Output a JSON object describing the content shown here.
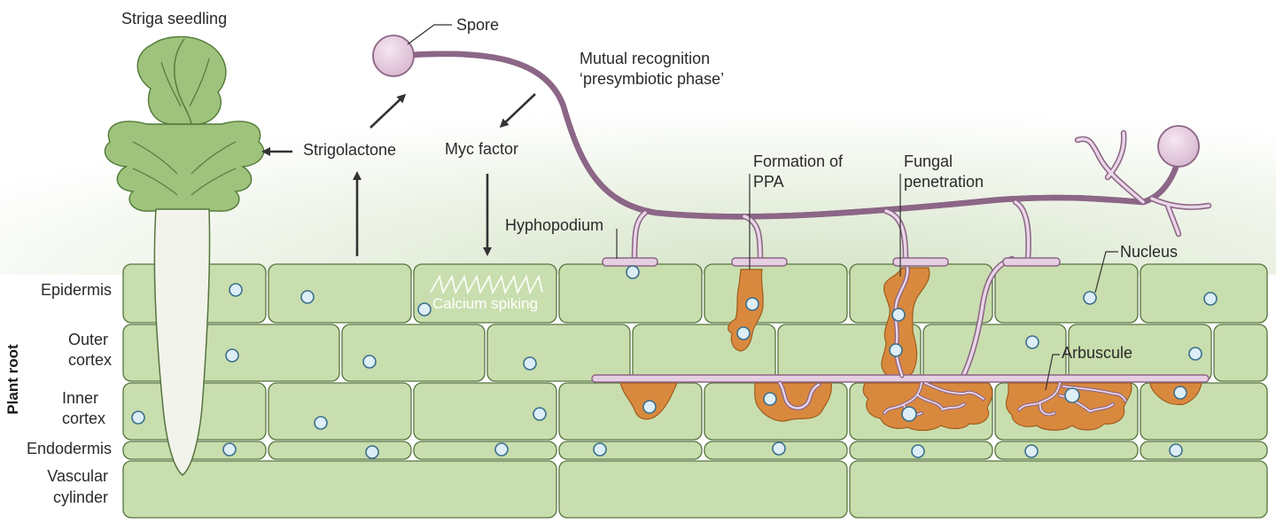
{
  "labels": {
    "striga": "Striga seedling",
    "spore": "Spore",
    "mutual_1": "Mutual recognition",
    "mutual_2": "‘presymbiotic phase’",
    "strigolactone": "Strigolactone",
    "myc": "Myc factor",
    "hyphopodium": "Hyphopodium",
    "ppa_1": "Formation of",
    "ppa_2": "PPA",
    "fungal_1": "Fungal",
    "fungal_2": "penetration",
    "nucleus": "Nucleus",
    "calcium": "Calcium spiking",
    "arbuscule": "Arbuscule"
  },
  "layers": {
    "epidermis": "Epidermis",
    "outer_1": "Outer",
    "outer_2": "cortex",
    "inner_1": "Inner",
    "inner_2": "cortex",
    "endodermis": "Endodermis",
    "vascular_1": "Vascular",
    "vascular_2": "cylinder",
    "plant_root": "Plant root"
  },
  "colors": {
    "cell_fill": "#c9deae",
    "cell_stroke": "#55743e",
    "hypha": "#8c6686",
    "hypha_light": "#ead6e8",
    "fungus_orange": "#d9893e",
    "nucleus": "#ddeef7",
    "spore": "#e6c8de"
  }
}
